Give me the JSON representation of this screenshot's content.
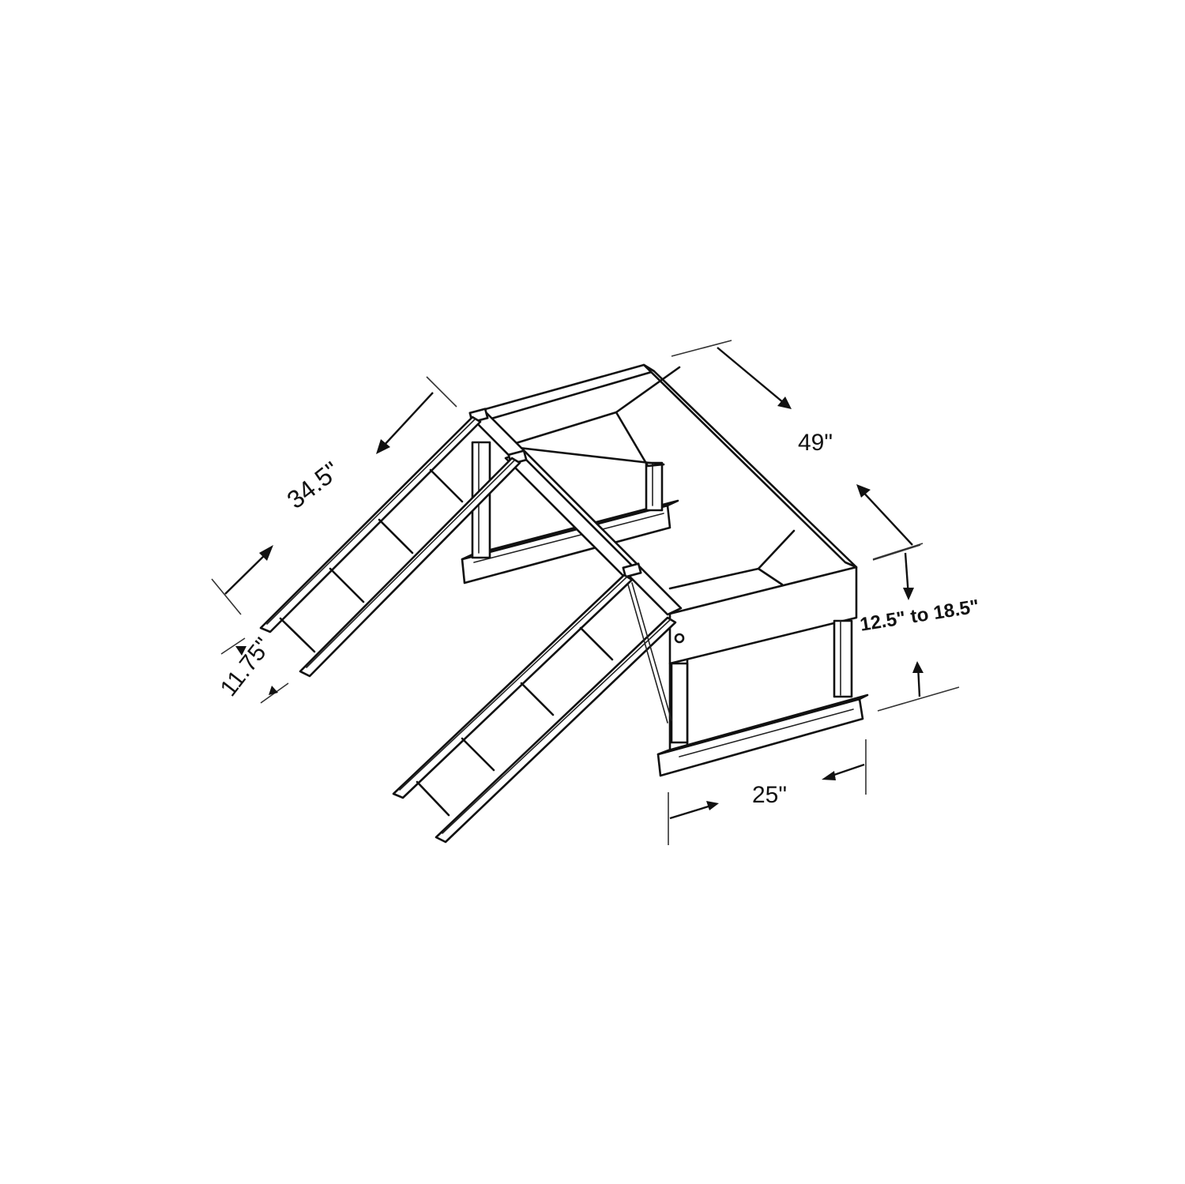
{
  "diagram": {
    "subject": "folding pet ramp / step platform with two ladder ramps, isometric line drawing",
    "colors": {
      "line": "#111111",
      "background": "#ffffff"
    },
    "dimensions": {
      "ramp_length": "34.5\"",
      "platform_length": "49\"",
      "height_range": "12.5\" to 18.5\"",
      "ramp_width": "11.75\"",
      "platform_width": "25\""
    },
    "components": [
      "left-ladder-ramp",
      "right-ladder-ramp",
      "platform-top",
      "adjustable-legs",
      "base-rails"
    ]
  }
}
